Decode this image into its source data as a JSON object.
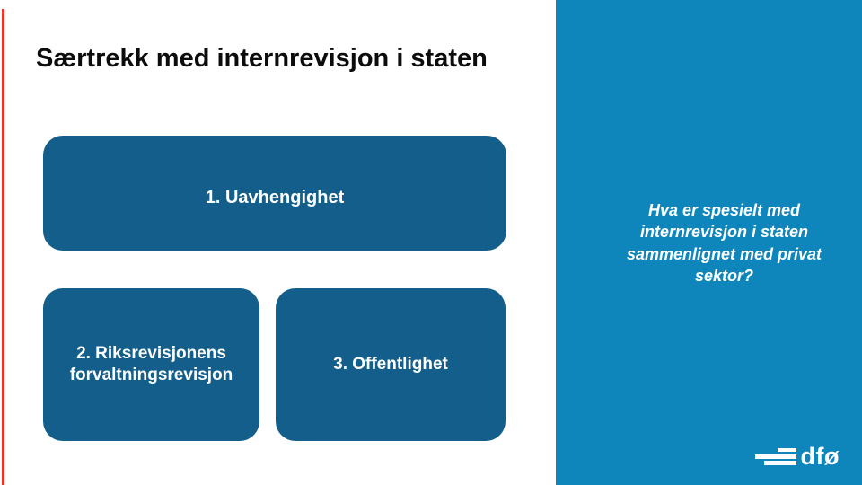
{
  "slide": {
    "title": "Særtrekk med internrevisjon i staten",
    "boxes": [
      {
        "lines": [
          "1. Uavhengighet"
        ]
      },
      {
        "lines": [
          "2. Riksrevisjonens",
          "forvaltningsrevisjon"
        ]
      },
      {
        "lines": [
          "3. Offentlighet"
        ]
      }
    ],
    "sidebar": {
      "question_lines": [
        "Hva er spesielt med",
        "internrevisjon i staten",
        "sammenlignet med privat",
        "sektor?"
      ],
      "logo_text": "dfø"
    },
    "colors": {
      "box_blue": "#135e8b",
      "sidebar_blue": "#0e86bb",
      "accent_red": "#e5352b",
      "title_text": "#0c0c0c"
    }
  }
}
